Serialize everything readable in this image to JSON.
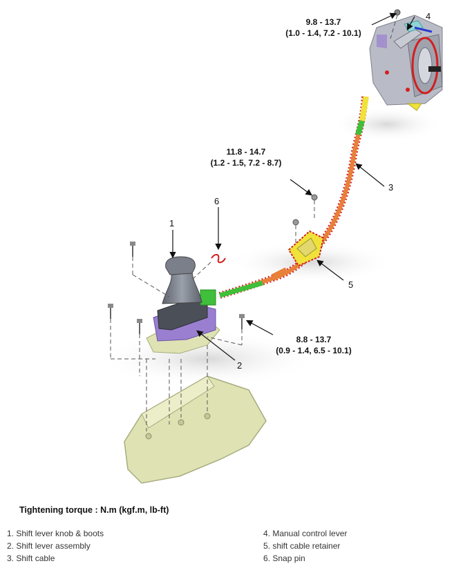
{
  "callouts": {
    "n1": "1",
    "n2": "2",
    "n3": "3",
    "n4": "4",
    "n5": "5",
    "n6": "6"
  },
  "torques": {
    "top": {
      "line1": "9.8 - 13.7",
      "line2": "(1.0 - 1.4, 7.2 - 10.1)"
    },
    "mid": {
      "line1": "11.8 - 14.7",
      "line2": "(1.2 - 1.5, 7.2 - 8.7)"
    },
    "low": {
      "line1": "8.8 - 13.7",
      "line2": "(0.9 - 1.4, 6.5 - 10.1)"
    }
  },
  "caption": "Tightening torque : N.m (kgf.m, lb-ft)",
  "legend": {
    "left": [
      "1. Shift lever knob & boots",
      "2. Shift lever assembly",
      "3. Shift cable"
    ],
    "right": [
      "4. Manual control lever",
      "5. shift cable retainer",
      "6. Snap pin"
    ]
  },
  "colors": {
    "cable_orange": "#e8803a",
    "cable_green": "#3fbf3a",
    "retainer_yellow": "#f0e23a",
    "assembly_purple": "#9a7fd0",
    "base_khaki": "#dfe3b4",
    "knob_gray": "#7a7f8a",
    "transmission_gray": "#b9bcc6",
    "outline_red": "#d21f1f"
  }
}
